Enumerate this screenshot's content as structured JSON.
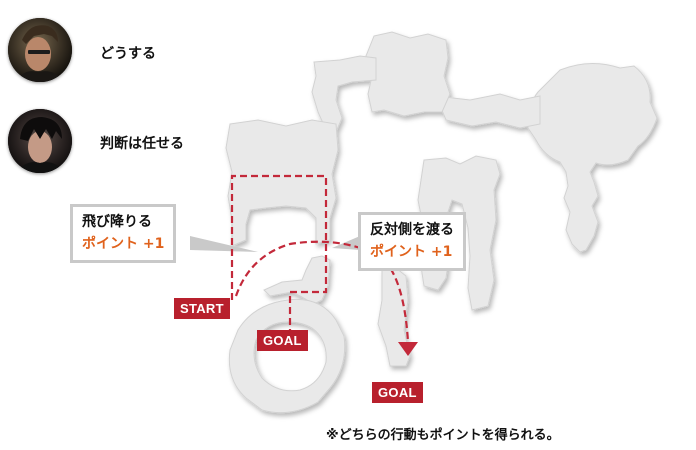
{
  "options": [
    {
      "label": "どうする"
    },
    {
      "label": "判断は任せる"
    }
  ],
  "callouts": {
    "jump_down": {
      "title": "飛び降りる",
      "points": "ポイント +1"
    },
    "cross_over": {
      "title": "反対側を渡る",
      "points": "ポイント +1"
    }
  },
  "markers": {
    "start": "START",
    "goal_left": "GOAL",
    "goal_right": "GOAL"
  },
  "footnote": "※どちらの行動もポイントを得られる。",
  "colors": {
    "map_fill": "#e9e9e9",
    "map_shadow": "#bdbdbd",
    "route": "#c3293a",
    "tag_bg": "#b8202d",
    "points_text": "#e0621c",
    "callout_border": "#c9c9c9"
  }
}
